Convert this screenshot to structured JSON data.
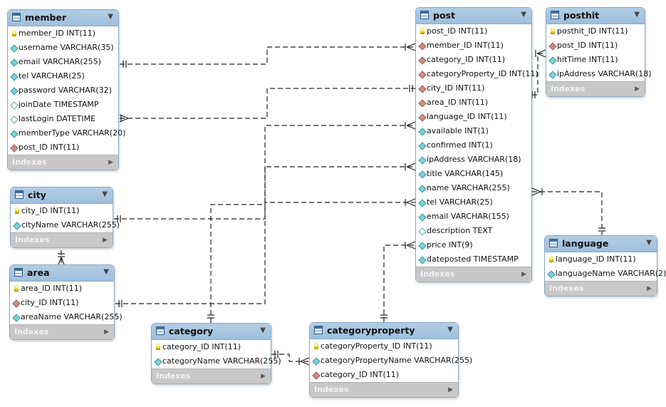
{
  "footer_label": "Indexes",
  "icons": {
    "dropdown": "chevron-down-icon",
    "expand": "chevron-right-icon",
    "primary_key": "key-icon",
    "foreign_key": "foreign-key-diamond-icon",
    "column": "column-diamond-icon",
    "nullable_column": "nullable-diamond-icon"
  },
  "colors": {
    "header": "#9ebfdc",
    "footer": "#c8c8c8",
    "primary_key": "#e2b800",
    "foreign_key": "#c98e88",
    "column": "#7fd0d6"
  },
  "tables": [
    {
      "id": "member",
      "name": "member",
      "columns": [
        {
          "text": "member_ID INT(11)",
          "kind": "pk"
        },
        {
          "text": "username VARCHAR(35)",
          "kind": "col"
        },
        {
          "text": "email VARCHAR(255)",
          "kind": "col"
        },
        {
          "text": "tel VARCHAR(25)",
          "kind": "col"
        },
        {
          "text": "password VARCHAR(32)",
          "kind": "col"
        },
        {
          "text": "joinDate TIMESTAMP",
          "kind": "nul"
        },
        {
          "text": "lastLogin DATETIME",
          "kind": "nul"
        },
        {
          "text": "memberType VARCHAR(20)",
          "kind": "col"
        },
        {
          "text": "post_ID INT(11)",
          "kind": "fk"
        }
      ]
    },
    {
      "id": "post",
      "name": "post",
      "columns": [
        {
          "text": "post_ID INT(11)",
          "kind": "pk"
        },
        {
          "text": "member_ID INT(11)",
          "kind": "fk"
        },
        {
          "text": "category_ID INT(11)",
          "kind": "fk"
        },
        {
          "text": "categoryProperty_ID INT(11)",
          "kind": "fk"
        },
        {
          "text": "city_ID INT(11)",
          "kind": "fk"
        },
        {
          "text": "area_ID INT(11)",
          "kind": "fk"
        },
        {
          "text": "language_ID INT(11)",
          "kind": "fk"
        },
        {
          "text": "available INT(1)",
          "kind": "col"
        },
        {
          "text": "confirmed INT(1)",
          "kind": "col"
        },
        {
          "text": "ipAddress VARCHAR(18)",
          "kind": "col"
        },
        {
          "text": "title VARCHAR(145)",
          "kind": "col"
        },
        {
          "text": "name VARCHAR(255)",
          "kind": "col"
        },
        {
          "text": "tel VARCHAR(25)",
          "kind": "col"
        },
        {
          "text": "email VARCHAR(155)",
          "kind": "col"
        },
        {
          "text": "description TEXT",
          "kind": "nul"
        },
        {
          "text": "price INT(9)",
          "kind": "col"
        },
        {
          "text": "dateposted TIMESTAMP",
          "kind": "col"
        }
      ]
    },
    {
      "id": "posthit",
      "name": "posthit",
      "columns": [
        {
          "text": "posthit_ID INT(11)",
          "kind": "pk"
        },
        {
          "text": "post_ID INT(11)",
          "kind": "fk"
        },
        {
          "text": "hitTime INT(11)",
          "kind": "col"
        },
        {
          "text": "ipAddress VARCHAR(18)",
          "kind": "col"
        }
      ]
    },
    {
      "id": "city",
      "name": "city",
      "columns": [
        {
          "text": "city_ID INT(11)",
          "kind": "pk"
        },
        {
          "text": "cityName VARCHAR(255)",
          "kind": "col"
        }
      ]
    },
    {
      "id": "area",
      "name": "area",
      "columns": [
        {
          "text": "area_ID INT(11)",
          "kind": "pk"
        },
        {
          "text": "city_ID INT(11)",
          "kind": "fk"
        },
        {
          "text": "areaName VARCHAR(255)",
          "kind": "col"
        }
      ]
    },
    {
      "id": "category",
      "name": "category",
      "columns": [
        {
          "text": "category_ID INT(11)",
          "kind": "pk"
        },
        {
          "text": "categoryName VARCHAR(255)",
          "kind": "col"
        }
      ]
    },
    {
      "id": "categoryproperty",
      "name": "categoryproperty",
      "columns": [
        {
          "text": "categoryProperty_ID INT(11)",
          "kind": "pk"
        },
        {
          "text": "categoryPropertyName VARCHAR(255)",
          "kind": "col"
        },
        {
          "text": "category_ID INT(11)",
          "kind": "fk"
        }
      ]
    },
    {
      "id": "language",
      "name": "language",
      "columns": [
        {
          "text": "language_ID INT(11)",
          "kind": "pk"
        },
        {
          "text": "languageName VARCHAR(2)",
          "kind": "col"
        }
      ]
    }
  ],
  "relationships": [
    {
      "id": "member-post"
    },
    {
      "id": "post-member"
    },
    {
      "id": "post-posthit"
    },
    {
      "id": "city-post"
    },
    {
      "id": "city-area"
    },
    {
      "id": "area-post"
    },
    {
      "id": "category-post"
    },
    {
      "id": "category-categoryproperty"
    },
    {
      "id": "categoryproperty-post"
    },
    {
      "id": "language-post"
    }
  ]
}
